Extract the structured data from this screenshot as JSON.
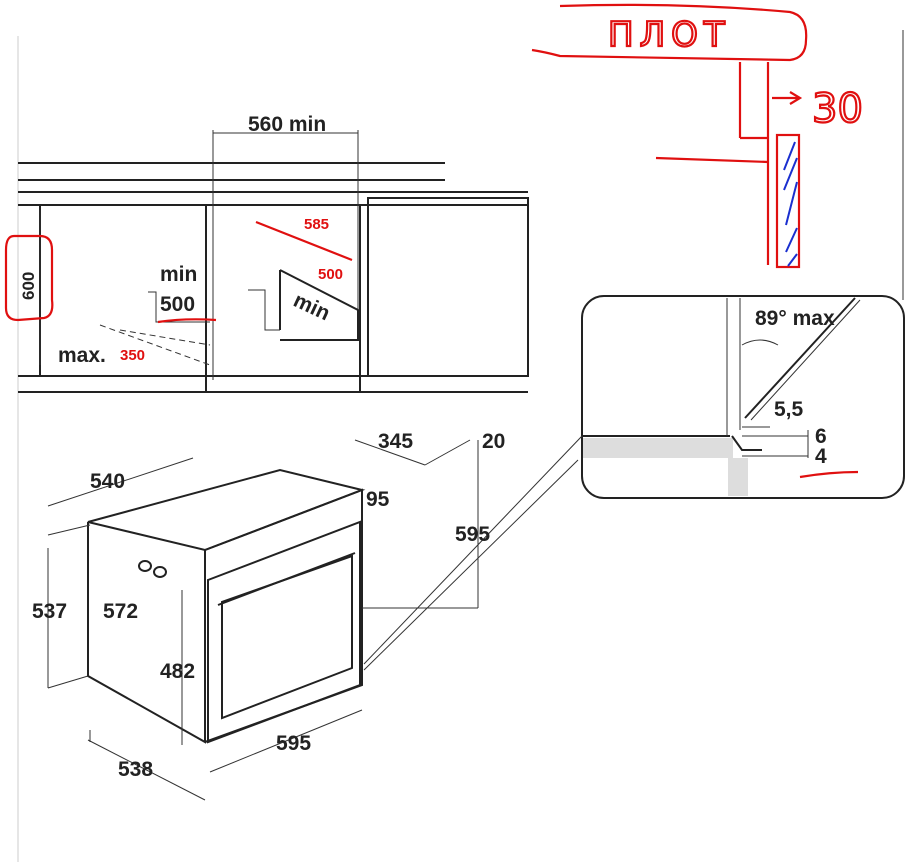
{
  "cabinet_view": {
    "width_label": "560 min",
    "red_diag": "585",
    "red_depth": "500",
    "red_height": "600",
    "min_label": "min",
    "depth_label": "500",
    "side_min_label": "min",
    "max_label": "max.",
    "red_max": "350"
  },
  "detail_view": {
    "angle_label": "89° max",
    "dim_a": "5,5",
    "dim_b": "6",
    "dim_c": "4"
  },
  "oven_view": {
    "top_depth": "345",
    "top_offset": "20",
    "overall_depth": "540",
    "panel_offset": "95",
    "front_height": "595",
    "side_height": "537",
    "body_height": "572",
    "door_height": "482",
    "front_width": "595",
    "bottom_depth": "538"
  },
  "annotation": {
    "top_label": "ПЛОТ",
    "gap_label": "30"
  },
  "colors": {
    "annotation": "#e01010",
    "hatch": "#1a2fcf",
    "line": "#222222"
  }
}
